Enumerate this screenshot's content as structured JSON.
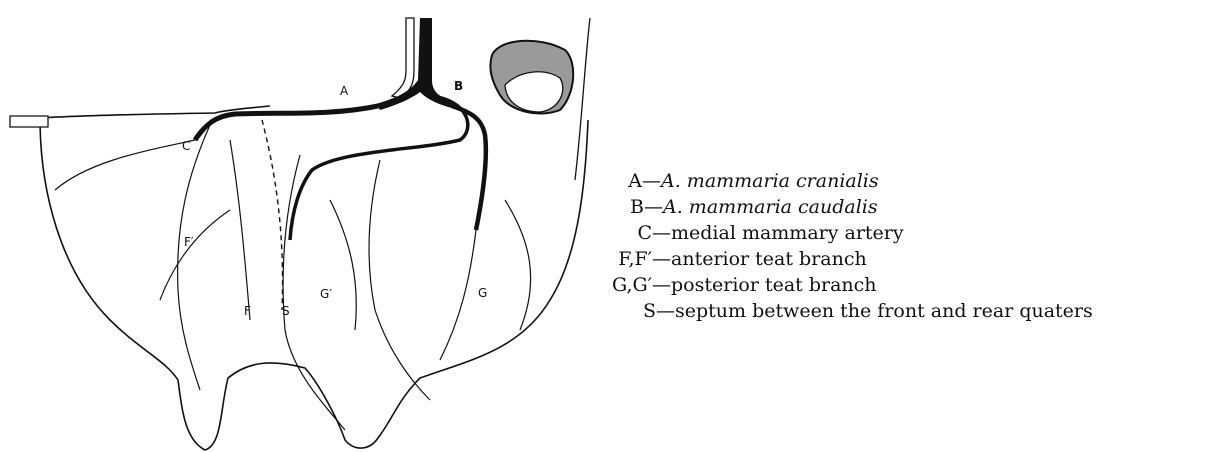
{
  "diagram": {
    "labels": {
      "A": "A",
      "B": "B",
      "C": "C",
      "F_prime": "F′",
      "F": "F",
      "S": "S",
      "G_prime": "G′",
      "G": "G"
    }
  },
  "legend": [
    {
      "key": "A",
      "text": "A. mammaria cranialis",
      "italic": true
    },
    {
      "key": "B",
      "text": "A. mammaria caudalis",
      "italic": true
    },
    {
      "key": "C",
      "text": "medial mammary artery",
      "italic": false
    },
    {
      "key": "F,F′",
      "text": "anterior teat branch",
      "italic": false
    },
    {
      "key": "G,G′",
      "text": "posterior teat branch",
      "italic": false
    },
    {
      "key": "S",
      "text": "septum between the front and rear quaters",
      "italic": false
    }
  ],
  "colors": {
    "ink": "#111111",
    "paper": "#ffffff",
    "shade": "#9a9a9a"
  }
}
